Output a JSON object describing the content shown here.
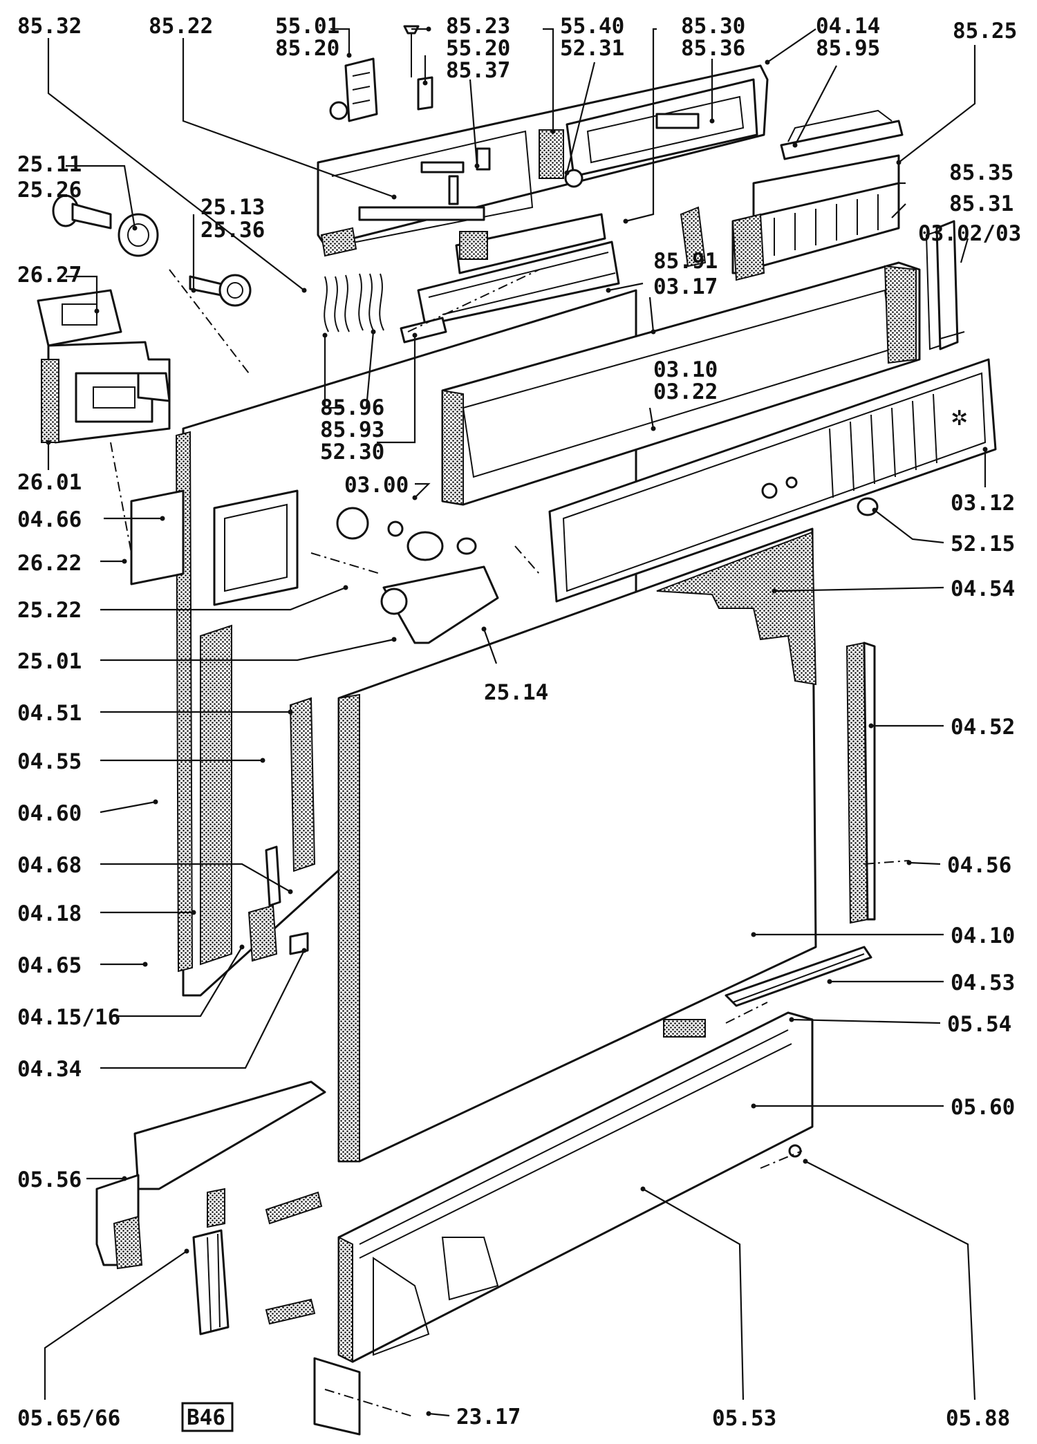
{
  "diagram": {
    "drawing_code": "B46",
    "part_numbers": [
      "85.32",
      "85.22",
      "55.01",
      "85.20",
      "85.23",
      "55.20",
      "85.37",
      "55.40",
      "52.31",
      "85.30",
      "85.36",
      "04.14",
      "85.95",
      "85.25",
      "25.11",
      "25.26",
      "25.13",
      "25.36",
      "26.27",
      "85.35",
      "85.31",
      "03.02/03",
      "85.91",
      "03.17",
      "03.10",
      "03.22",
      "85.96",
      "85.93",
      "52.30",
      "26.01",
      "03.00",
      "03.12",
      "04.66",
      "52.15",
      "26.22",
      "04.54",
      "25.22",
      "25.01",
      "25.14",
      "04.51",
      "04.52",
      "04.55",
      "04.60",
      "04.56",
      "04.68",
      "04.18",
      "04.10",
      "04.65",
      "04.53",
      "04.15/16",
      "05.54",
      "04.34",
      "05.60",
      "05.56",
      "05.65/66",
      "05.53",
      "05.88",
      "23.17"
    ]
  }
}
